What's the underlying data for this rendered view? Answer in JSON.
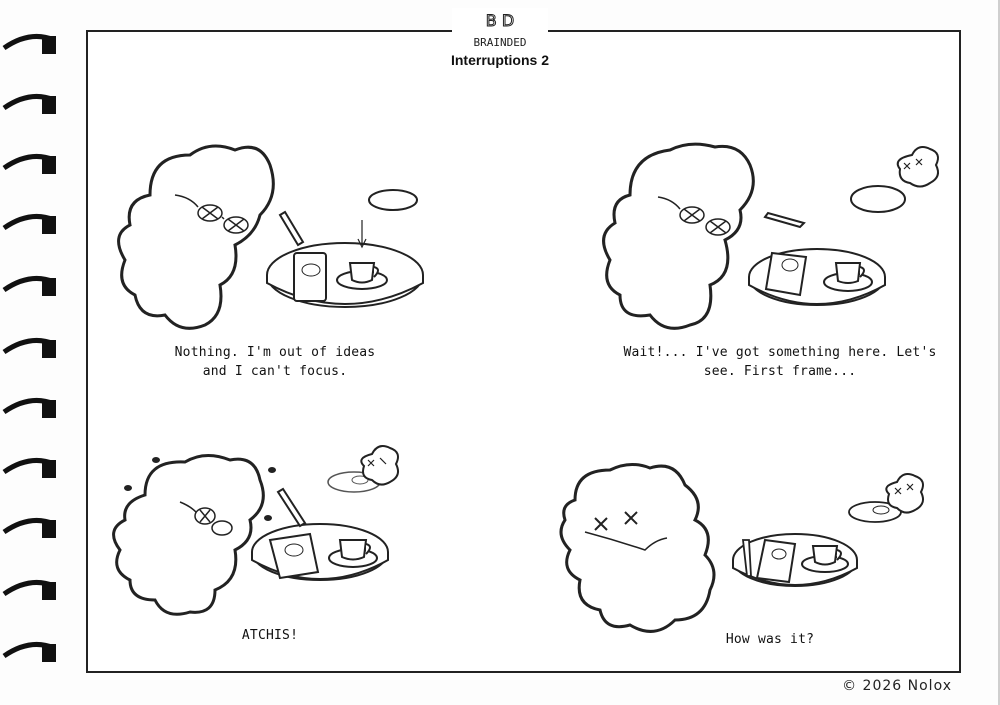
{
  "logo": {
    "text_top": "B D",
    "text_bottom": "BRAINDED"
  },
  "title": "Interruptions 2",
  "panels": [
    {
      "caption_line1": "Nothing. I'm out of ideas",
      "caption_line2": "and I can't focus."
    },
    {
      "caption_line1": "Wait!... I've got something here. Let's",
      "caption_line2": "see. First frame..."
    },
    {
      "caption_line1": "ATCHIS!",
      "caption_line2": ""
    },
    {
      "caption_line1": "How was it?",
      "caption_line2": ""
    }
  ],
  "copyright": "© 2026  Nolox",
  "colors": {
    "ink": "#222222",
    "paper": "#ffffff"
  }
}
